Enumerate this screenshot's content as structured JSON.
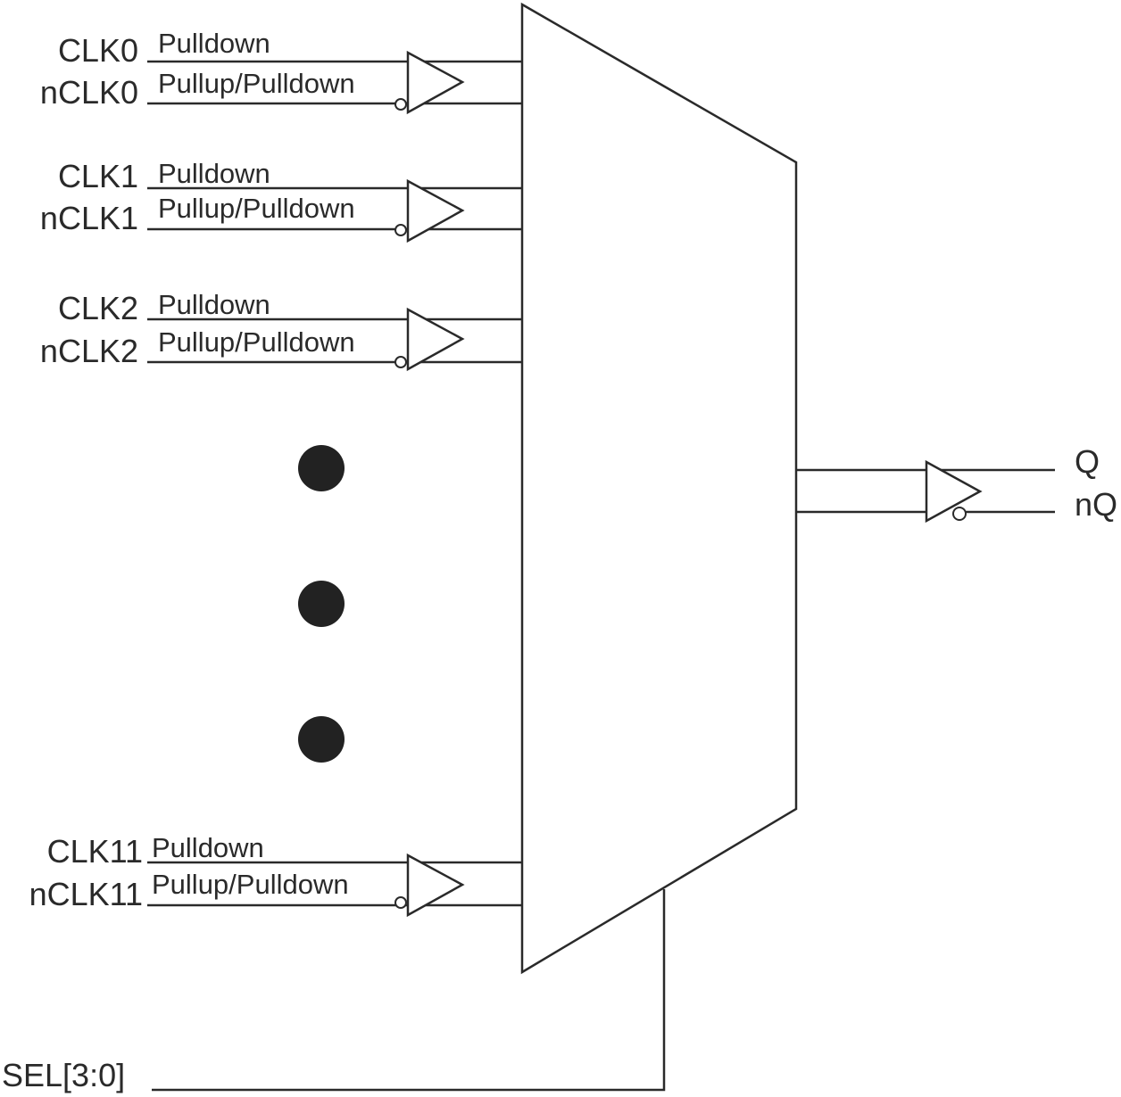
{
  "inputs": [
    {
      "clk": "CLK0",
      "nclk": "nCLK0",
      "clk_res": "Pulldown",
      "nclk_res": "Pullup/Pulldown"
    },
    {
      "clk": "CLK1",
      "nclk": "nCLK1",
      "clk_res": "Pulldown",
      "nclk_res": "Pullup/Pulldown"
    },
    {
      "clk": "CLK2",
      "nclk": "nCLK2",
      "clk_res": "Pulldown",
      "nclk_res": "Pullup/Pulldown"
    },
    {
      "clk": "CLK11",
      "nclk": "nCLK11",
      "clk_res": "Pulldown",
      "nclk_res": "Pullup/Pulldown"
    }
  ],
  "outputs": {
    "q": "Q",
    "nq": "nQ"
  },
  "select": {
    "label": "SEL[3:0]"
  }
}
